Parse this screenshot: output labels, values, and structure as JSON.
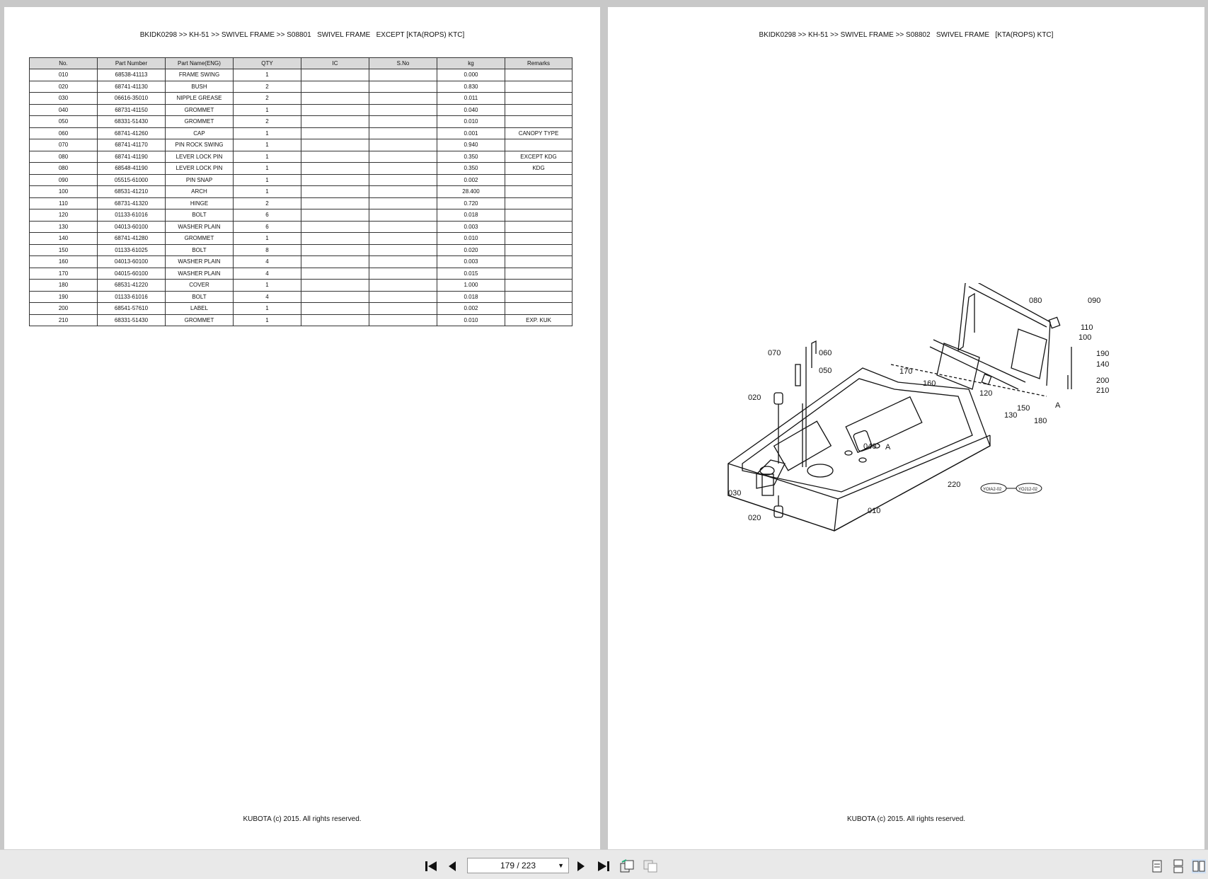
{
  "left_page": {
    "header": "BKIDK0298 >> KH-51 >> SWIVEL FRAME >> S08801   SWIVEL FRAME   EXCEPT [KTA(ROPS) KTC]",
    "footer": "KUBOTA (c) 2015. All rights reserved.",
    "table": {
      "columns": [
        "No.",
        "Part Number",
        "Part Name(ENG)",
        "QTY",
        "IC",
        "S.No",
        "kg",
        "Remarks"
      ],
      "rows": [
        [
          "010",
          "68538-41113",
          "FRAME SWING",
          "1",
          "",
          "",
          "0.000",
          ""
        ],
        [
          "020",
          "68741-41130",
          "BUSH",
          "2",
          "",
          "",
          "0.830",
          ""
        ],
        [
          "030",
          "06616-35010",
          "NIPPLE GREASE",
          "2",
          "",
          "",
          "0.011",
          ""
        ],
        [
          "040",
          "68731-41150",
          "GROMMET",
          "1",
          "",
          "",
          "0.040",
          ""
        ],
        [
          "050",
          "68331-51430",
          "GROMMET",
          "2",
          "",
          "",
          "0.010",
          ""
        ],
        [
          "060",
          "68741-41260",
          "CAP",
          "1",
          "",
          "",
          "0.001",
          "CANOPY TYPE"
        ],
        [
          "070",
          "68741-41170",
          "PIN ROCK SWING",
          "1",
          "",
          "",
          "0.940",
          ""
        ],
        [
          "080",
          "68741-41190",
          "LEVER LOCK PIN",
          "1",
          "",
          "",
          "0.350",
          "EXCEPT KDG"
        ],
        [
          "080",
          "68548-41190",
          "LEVER LOCK PIN",
          "1",
          "",
          "",
          "0.350",
          "KDG"
        ],
        [
          "090",
          "05515-61000",
          "PIN SNAP",
          "1",
          "",
          "",
          "0.002",
          ""
        ],
        [
          "100",
          "68531-41210",
          "ARCH",
          "1",
          "",
          "",
          "28.400",
          ""
        ],
        [
          "110",
          "68731-41320",
          "HINGE",
          "2",
          "",
          "",
          "0.720",
          ""
        ],
        [
          "120",
          "01133-61016",
          "BOLT",
          "6",
          "",
          "",
          "0.018",
          ""
        ],
        [
          "130",
          "04013-60100",
          "WASHER PLAIN",
          "6",
          "",
          "",
          "0.003",
          ""
        ],
        [
          "140",
          "68741-41280",
          "GROMMET",
          "1",
          "",
          "",
          "0.010",
          ""
        ],
        [
          "150",
          "01133-61025",
          "BOLT",
          "8",
          "",
          "",
          "0.020",
          ""
        ],
        [
          "160",
          "04013-60100",
          "WASHER PLAIN",
          "4",
          "",
          "",
          "0.003",
          ""
        ],
        [
          "170",
          "04015-60100",
          "WASHER PLAIN",
          "4",
          "",
          "",
          "0.015",
          ""
        ],
        [
          "180",
          "68531-41220",
          "COVER",
          "1",
          "",
          "",
          "1.000",
          ""
        ],
        [
          "190",
          "01133-61016",
          "BOLT",
          "4",
          "",
          "",
          "0.018",
          ""
        ],
        [
          "200",
          "68541-57610",
          "LABEL",
          "1",
          "",
          "",
          "0.002",
          ""
        ],
        [
          "210",
          "68331-51430",
          "GROMMET",
          "1",
          "",
          "",
          "0.010",
          "EXP. KUK"
        ]
      ]
    }
  },
  "right_page": {
    "header": "BKIDK0298 >> KH-51 >> SWIVEL FRAME >> S08802   SWIVEL FRAME   [KTA(ROPS) KTC]",
    "footer": "KUBOTA (c) 2015. All rights reserved.",
    "diagram_labels": {
      "l010": "010",
      "l020a": "020",
      "l020b": "020",
      "l030": "030",
      "l040": "040",
      "l050": "050",
      "l060": "060",
      "l070": "070",
      "l080": "080",
      "l090": "090",
      "l100": "100",
      "l110": "110",
      "l120": "120",
      "l130": "130",
      "l140": "140",
      "l150": "150",
      "l160": "160",
      "l170": "170",
      "l180": "180",
      "l190": "190",
      "l200": "200",
      "l210": "210",
      "l220": "220",
      "lA1": "A",
      "lA2": "A",
      "ref1": "YOIA2-02",
      "ref2": "YOJ12-02"
    }
  },
  "toolbar": {
    "page_indicator": "179 / 223",
    "icons": [
      "first-page-icon",
      "prev-page-icon",
      "next-page-icon",
      "last-page-icon",
      "rotate-page-icon",
      "copy-page-icon",
      "single-page-view-icon",
      "continuous-view-icon",
      "two-page-view-icon"
    ]
  }
}
